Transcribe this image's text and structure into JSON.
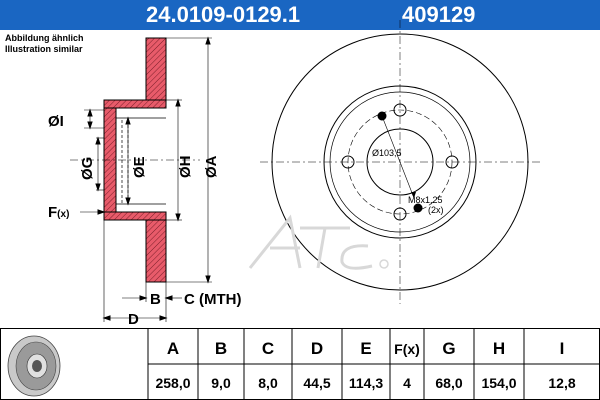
{
  "header": {
    "part_number": "24.0109-0129.1",
    "code": "409129"
  },
  "note": {
    "line1": "Abbildung ähnlich",
    "line2": "Illustration similar"
  },
  "labels": {
    "diam_I": "ØI",
    "diam_G": "ØG",
    "diam_E": "ØE",
    "diam_H": "ØH",
    "diam_A": "ØA",
    "F": "F",
    "F_suffix": "(x)",
    "B": "B",
    "C_mth": "C (MTH)",
    "D": "D",
    "bolt_circle": "Ø103,5",
    "thread": "M8x1,25",
    "thread_count": "(2x)"
  },
  "table": {
    "headers": [
      "A",
      "B",
      "C",
      "D",
      "E",
      "F(x)",
      "G",
      "H",
      "I"
    ],
    "values": [
      "258,0",
      "9,0",
      "8,0",
      "44,5",
      "114,3",
      "4",
      "68,0",
      "154,0",
      "12,8"
    ]
  },
  "colors": {
    "header_bg": "#1a66c2",
    "disc_fill": "#e85b6a",
    "line": "#000000"
  }
}
